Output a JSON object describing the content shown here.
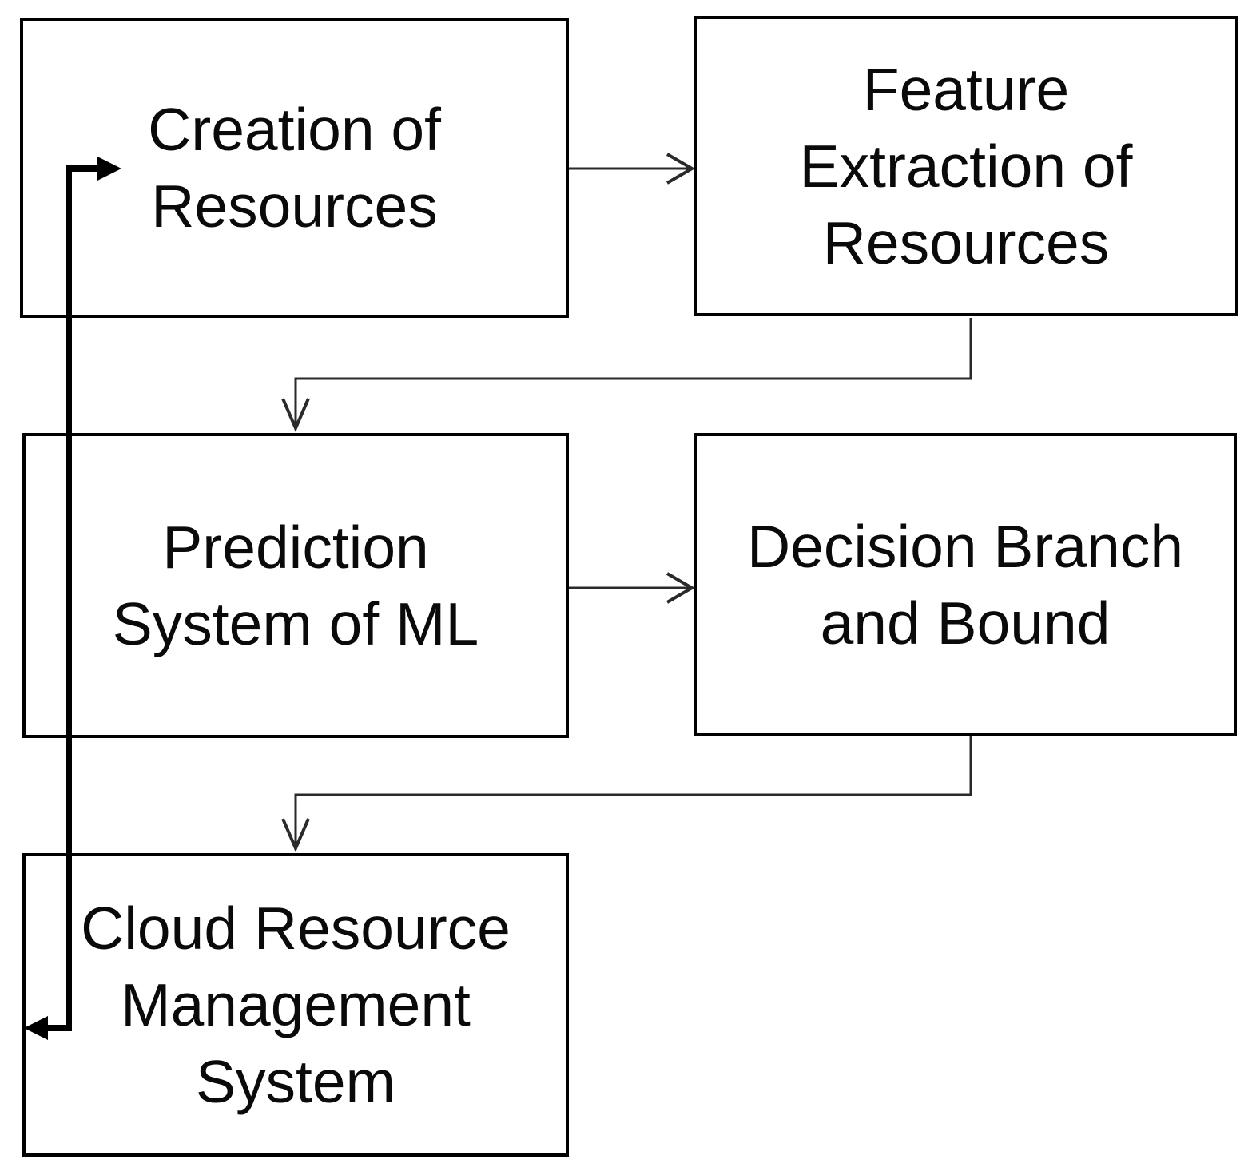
{
  "diagram": {
    "type": "flowchart",
    "background_color": "#ffffff",
    "box_fill_color": "#ffffff",
    "box_border_color": "#000000",
    "text_color": "#0a0a0a",
    "thin_connector_color": "#2a2a2a",
    "feedback_line_color": "#000000",
    "boxes": [
      {
        "id": "creation-of-resources",
        "label": "Creation of Resources",
        "lines": [
          "Creation of",
          "Resources"
        ]
      },
      {
        "id": "feature-extraction-of-resources",
        "label": "Feature Extraction of Resources",
        "lines": [
          "Feature",
          "Extraction of",
          "Resources"
        ]
      },
      {
        "id": "prediction-system-of-ml",
        "label": "Prediction System of ML",
        "lines": [
          "Prediction",
          "System of ML"
        ]
      },
      {
        "id": "decision-branch-and-bound",
        "label": "Decision Branch and Bound",
        "lines": [
          "Decision Branch",
          "and Bound"
        ]
      },
      {
        "id": "cloud-resource-management-system",
        "label": "Cloud Resource Management System",
        "lines": [
          "Cloud Resource",
          "Management",
          "System"
        ]
      }
    ],
    "edges": [
      {
        "from": "creation-of-resources",
        "to": "feature-extraction-of-resources",
        "style": "thin straight, open chevron arrowhead"
      },
      {
        "from": "feature-extraction-of-resources",
        "to": "prediction-system-of-ml",
        "style": "thin elbow (down, left, down), open V arrowhead"
      },
      {
        "from": "prediction-system-of-ml",
        "to": "decision-branch-and-bound",
        "style": "thin straight, open chevron arrowhead"
      },
      {
        "from": "decision-branch-and-bound",
        "to": "cloud-resource-management-system",
        "style": "thin elbow (down, left, down), open V arrowhead"
      },
      {
        "from": "cloud-resource-management-system",
        "to": "creation-of-resources",
        "style": "thick feedback loop up left side, filled arrowheads at both ends"
      }
    ]
  }
}
